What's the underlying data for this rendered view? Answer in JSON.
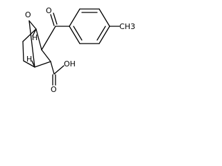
{
  "molecule": {
    "atom_labels": {
      "bridge_oxygen": "O",
      "ketone_oxygen": "O",
      "carbonyl_oxygen": "O",
      "hydroxyl": "OH",
      "methyl": "CH3",
      "stereo_h_top": "H",
      "stereo_h_bottom": "H"
    },
    "colors": {
      "bond": "#000000",
      "text": "#000000",
      "background": "#ffffff"
    }
  }
}
